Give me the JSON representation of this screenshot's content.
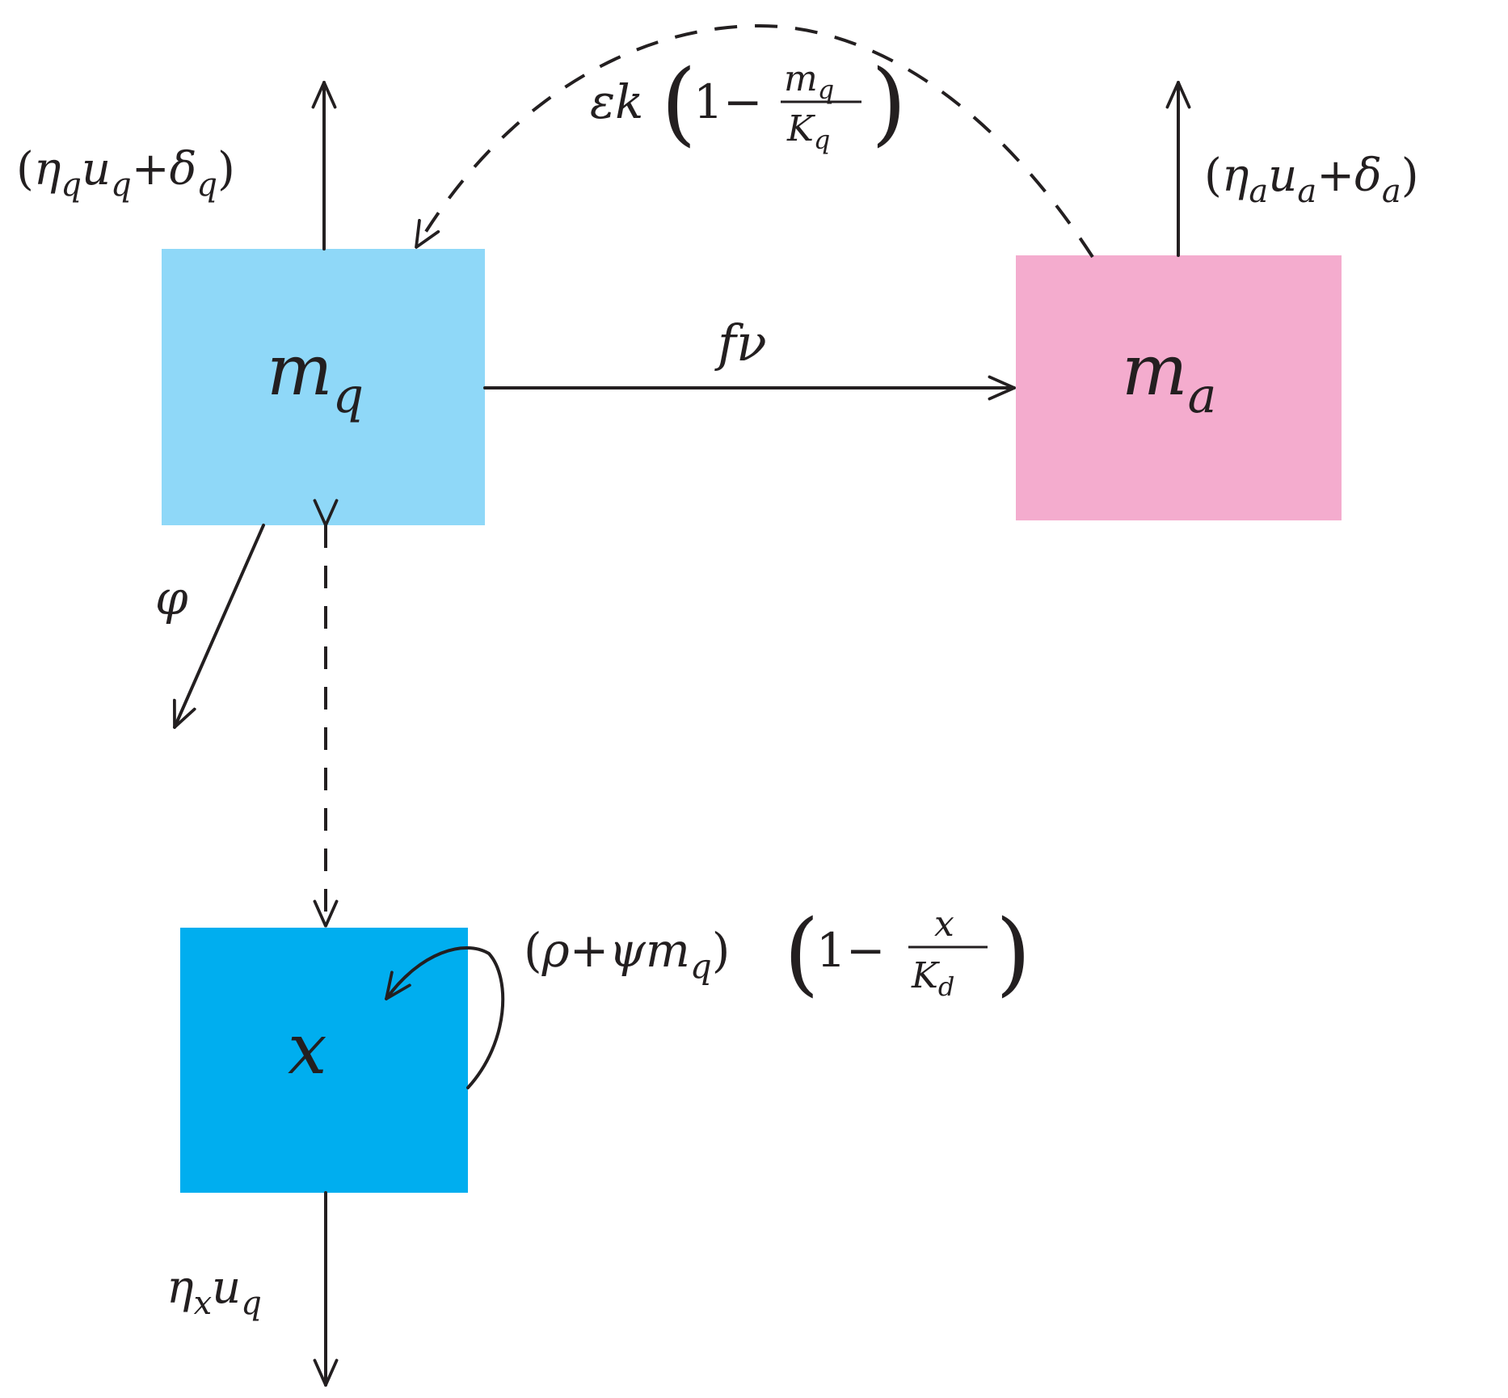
{
  "colors": {
    "mq_box": "#8fd8f8",
    "ma_box": "#f4acce",
    "x_box": "#00aeef",
    "ink": "#231f20"
  },
  "nodes": {
    "mq": {
      "base": "m",
      "sub": "q"
    },
    "ma": {
      "base": "m",
      "sub": "a"
    },
    "x": {
      "base": "x"
    }
  },
  "edges": {
    "mq_out": {
      "label": "(η_q u_q + δ_q)",
      "style": "solid"
    },
    "ma_out": {
      "label": "(η_a u_a + δ_a)",
      "style": "solid"
    },
    "mq_to_ma": {
      "label": "fν",
      "style": "solid"
    },
    "ma_to_mq": {
      "label": "εk(1 − m_q/K_q)",
      "style": "dashed"
    },
    "mq_phi": {
      "label": "φ",
      "style": "solid"
    },
    "mq_x": {
      "label": "",
      "style": "dashed"
    },
    "x_self": {
      "label": "(ρ + ψm_q)(1 − x/K_d)",
      "style": "solid"
    },
    "x_out": {
      "label": "η_x u_q",
      "style": "solid"
    }
  },
  "symbols": {
    "open_paren": "(",
    "close_paren": ")",
    "one": "1",
    "minus": "−",
    "plus": "+",
    "eta": "η",
    "delta": "δ",
    "u": "u",
    "q": "q",
    "a": "a",
    "x": "x",
    "f": "f",
    "nu": "ν",
    "epsilon": "ε",
    "k": "k",
    "m": "m",
    "K": "K",
    "d": "d",
    "phi": "φ",
    "rho": "ρ",
    "psi": "ψ"
  }
}
